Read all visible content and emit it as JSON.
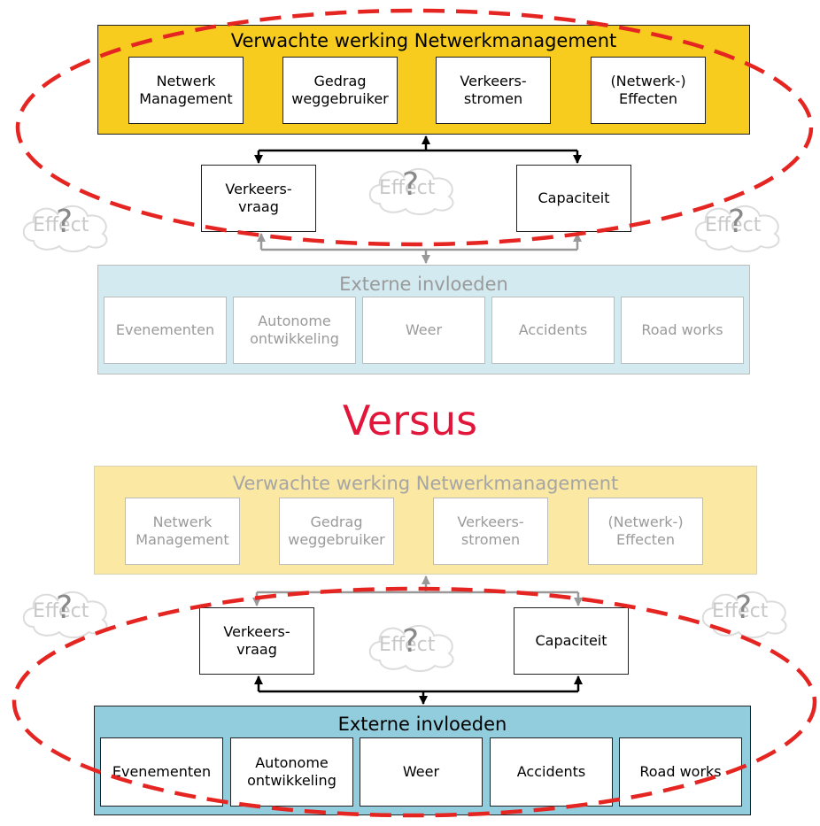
{
  "top_scenario": {
    "management_panel": {
      "title": "Verwachte werking Netwerkmanagement",
      "steps": [
        "Netwerk\nManagement",
        "Gedrag\nweggebruiker",
        "Verkeers-\nstromen",
        "(Netwerk-)\nEffecten"
      ]
    },
    "demand_label": "Verkeers-\nvraag",
    "capacity_label": "Capaciteit",
    "external_panel": {
      "title": "Externe invloeden",
      "items": [
        "Evenementen",
        "Autonome\nontwikkeling",
        "Weer",
        "Accidents",
        "Road works"
      ]
    }
  },
  "versus_label": "Versus",
  "bottom_scenario": {
    "management_panel": {
      "title": "Verwachte werking Netwerkmanagement",
      "steps": [
        "Netwerk\nManagement",
        "Gedrag\nweggebruiker",
        "Verkeers-\nstromen",
        "(Netwerk-)\nEffecten"
      ]
    },
    "demand_label": "Verkeers-\nvraag",
    "capacity_label": "Capaciteit",
    "external_panel": {
      "title": "Externe invloeden",
      "items": [
        "Evenementen",
        "Autonome\nontwikkeling",
        "Weer",
        "Accidents",
        "Road works"
      ]
    }
  },
  "cloud": {
    "word": "Effect",
    "mark": "?"
  },
  "colors": {
    "management_active": "#f7cc1f",
    "management_faded": "#fbe8a2",
    "external_active": "#92cddd",
    "external_faded": "#d3eaf1",
    "highlight_ellipse": "#e52521",
    "versus_text": "#e2163a"
  }
}
